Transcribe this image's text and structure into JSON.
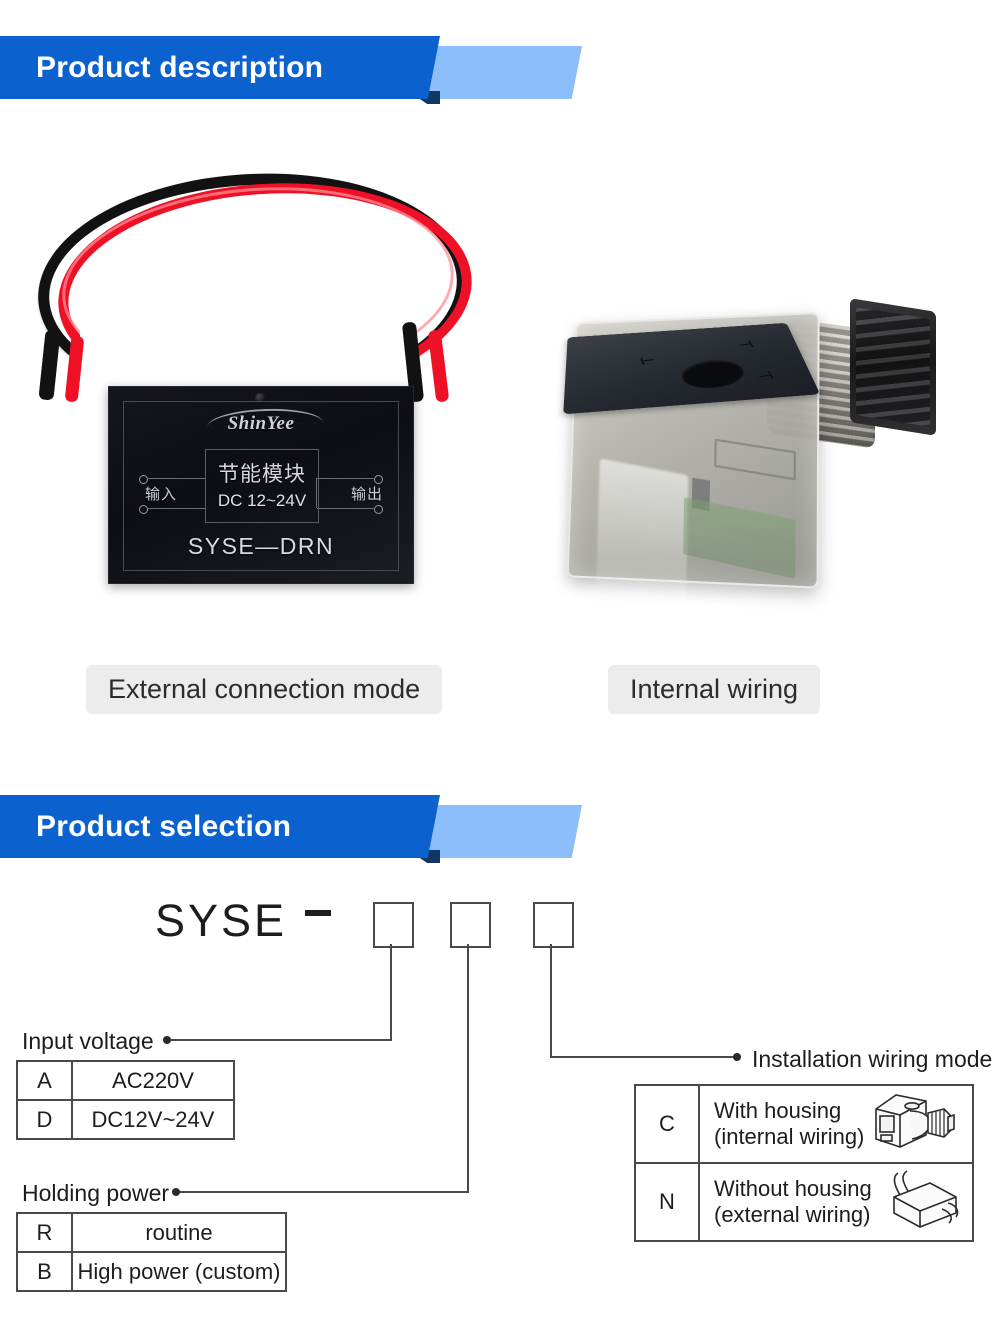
{
  "theme": {
    "banner_dark": "#0b62cf",
    "banner_light": "#8cbefb",
    "banner_shadow": "#123763",
    "line": "#4a4a4a",
    "text": "#1d1d1d",
    "caption_bg": "#ececec",
    "wire_red": "#ee1126",
    "wire_black": "#121212"
  },
  "sections": {
    "description": {
      "title": "Product description",
      "photos": [
        {
          "caption": "External connection mode",
          "product_label": {
            "brand": "ShinYee",
            "function_cn": "节能模块",
            "voltage": "DC 12~24V",
            "input_cn": "输入",
            "output_cn": "输出",
            "model": "SYSE—DRN"
          }
        },
        {
          "caption": "Internal wiring"
        }
      ]
    },
    "selection": {
      "title": "Product selection",
      "code": {
        "prefix": "SYSE",
        "dash": "-",
        "boxes": [
          "",
          "",
          ""
        ]
      },
      "groups": [
        {
          "label": "Input voltage",
          "rows": [
            {
              "code": "A",
              "value": "AC220V"
            },
            {
              "code": "D",
              "value": "DC12V~24V"
            }
          ]
        },
        {
          "label": "Holding power",
          "rows": [
            {
              "code": "R",
              "value": "routine"
            },
            {
              "code": "B",
              "value": "High power (custom)"
            }
          ]
        },
        {
          "label": "Installation wiring mode",
          "rows": [
            {
              "code": "C",
              "line1": "With housing",
              "line2": "(internal wiring)",
              "art": "din-connector-icon"
            },
            {
              "code": "N",
              "line1": "Without housing",
              "line2": "(external wiring)",
              "art": "module-block-icon"
            }
          ]
        }
      ]
    }
  }
}
